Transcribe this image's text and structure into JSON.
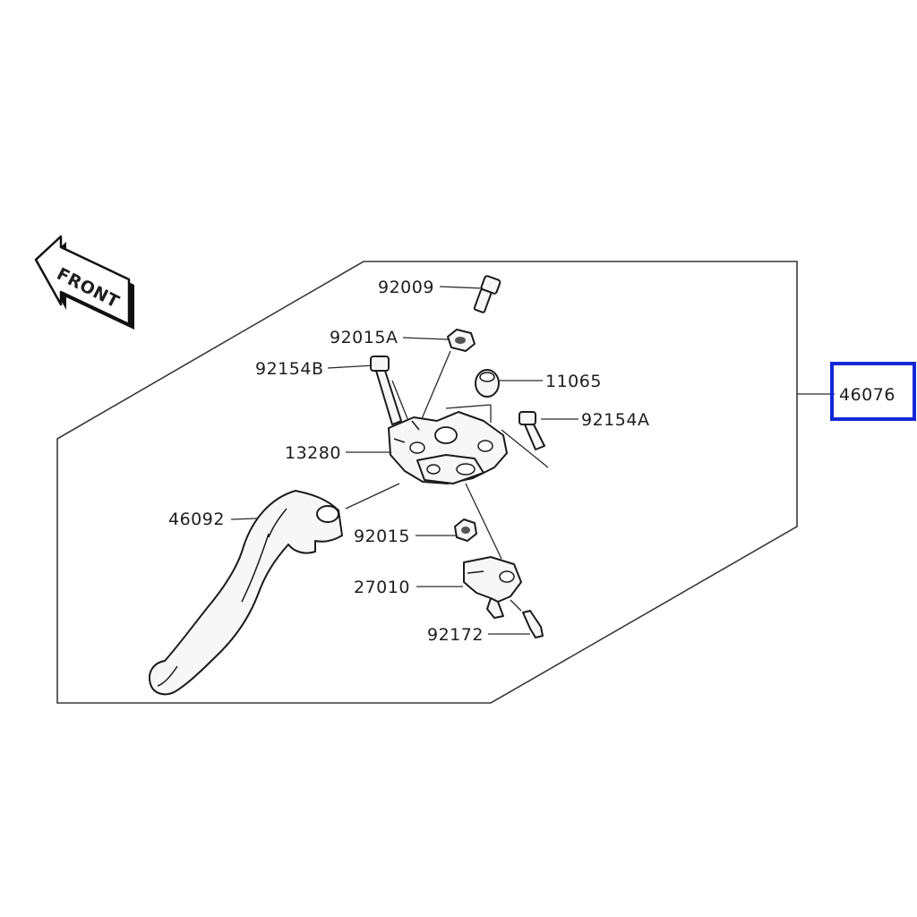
{
  "front_arrow": {
    "text": "FRONT"
  },
  "callouts": [
    {
      "id": "92009",
      "label": "92009"
    },
    {
      "id": "92015A",
      "label": "92015A"
    },
    {
      "id": "92154B",
      "label": "92154B"
    },
    {
      "id": "11065",
      "label": "11065"
    },
    {
      "id": "92154A",
      "label": "92154A"
    },
    {
      "id": "13280",
      "label": "13280"
    },
    {
      "id": "46092",
      "label": "46092"
    },
    {
      "id": "92015",
      "label": "92015"
    },
    {
      "id": "27010",
      "label": "27010"
    },
    {
      "id": "92172",
      "label": "92172"
    }
  ],
  "assembly": {
    "label": "46076",
    "highlight_color": "#1428d8"
  }
}
